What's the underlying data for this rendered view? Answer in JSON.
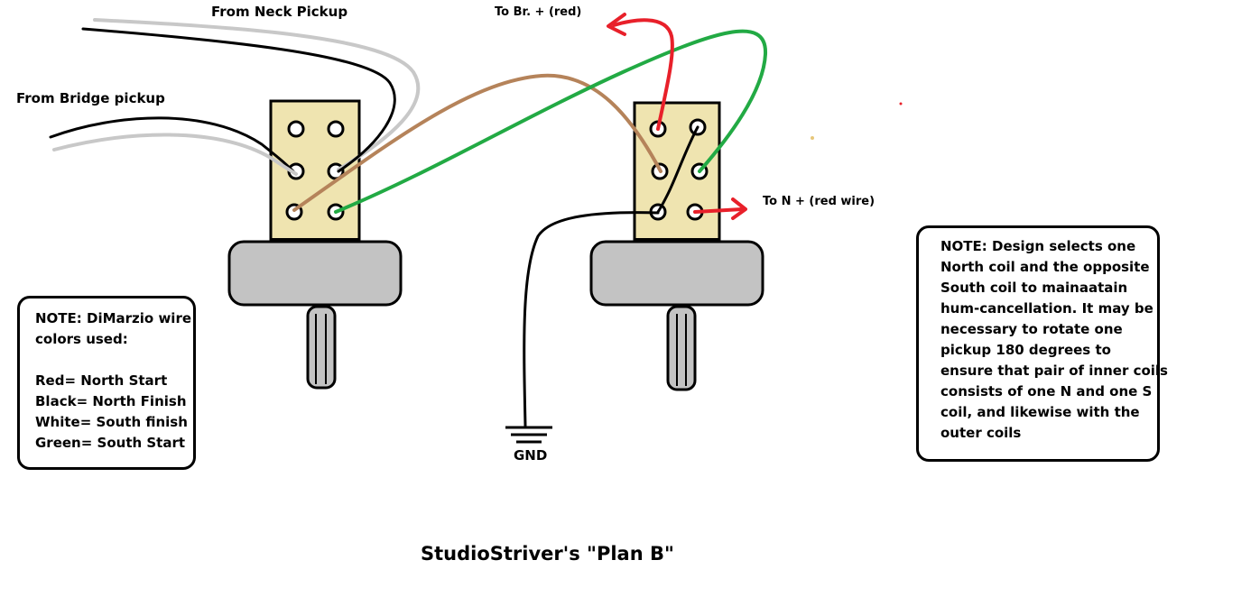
{
  "labels": {
    "neck_pickup": "From Neck Pickup",
    "bridge_pickup": "From Bridge pickup",
    "to_bridge": "To Br. + (red)",
    "to_neck": "To N + (red wire)",
    "ground": "GND",
    "title": "StudioStriver's \"Plan B\""
  },
  "note_left": {
    "lines": [
      "NOTE:  DiMarzio wire",
      "colors used:",
      "",
      "Red= North Start",
      "Black= North Finish",
      "White= South finish",
      "Green= South Start"
    ]
  },
  "note_right": {
    "lines": [
      "NOTE:  Design selects one",
      "North coil and the opposite",
      "South coil to mainaatain",
      "hum-cancellation.  It may be",
      "necessary to rotate one",
      "pickup 180 degrees to",
      "ensure that pair of inner coils",
      "consists of one N and one S",
      "coil, and likewise with the",
      "outer coils"
    ]
  },
  "colors": {
    "red_wire": "#e8202a",
    "black_wire": "#000000",
    "white_wire": "#c8c8c8",
    "green_wire": "#22aa44",
    "brown_wire": "#b5835a",
    "switch_body": "#efe4b0",
    "pot_body": "#c3c3c3"
  }
}
